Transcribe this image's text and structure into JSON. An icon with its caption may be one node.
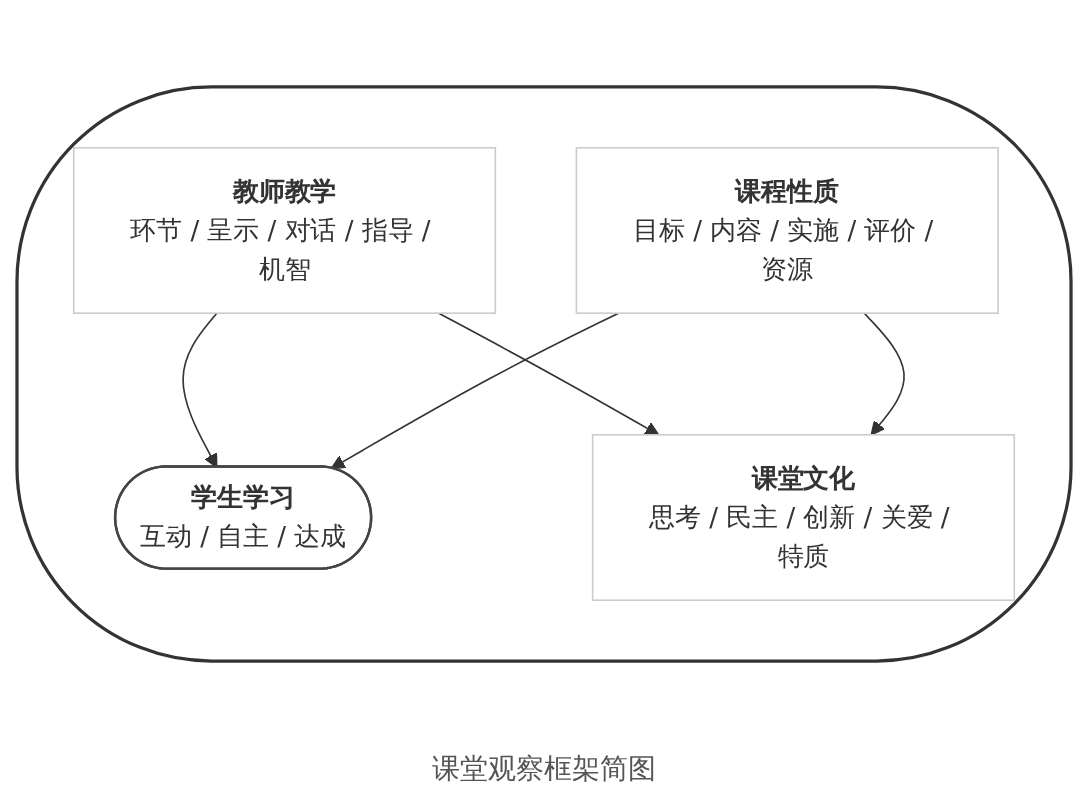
{
  "diagram": {
    "caption": "课堂观察框架简图",
    "nodes": [
      {
        "text": [],
        "shape": "ellipse"
      },
      {
        "text": [
          "教师教学",
          "环节 / 呈示 / 对话 / 指导 / 机智"
        ],
        "in": 0
      },
      {
        "text": [
          "学生学习",
          "互动 / 自主 / 达成"
        ],
        "in": 0
      },
      {
        "text": [
          "课程性质",
          "目标 / 内容 / 实施 / 评价 / 资源"
        ],
        "in": 0
      },
      {
        "text": [
          "课堂文化",
          "思考 / 民主 / 创新 / 关爱 / 特质"
        ],
        "in": 0
      }
    ],
    "edges": [
      {
        "from": 1,
        "to": 2,
        "arrow": "to"
      },
      {
        "from": 1,
        "to": 4,
        "arrow": "to"
      },
      {
        "from": 3,
        "to": 2,
        "arrow": "to"
      },
      {
        "from": 3,
        "to": 4,
        "arrow": "to"
      }
    ]
  }
}
